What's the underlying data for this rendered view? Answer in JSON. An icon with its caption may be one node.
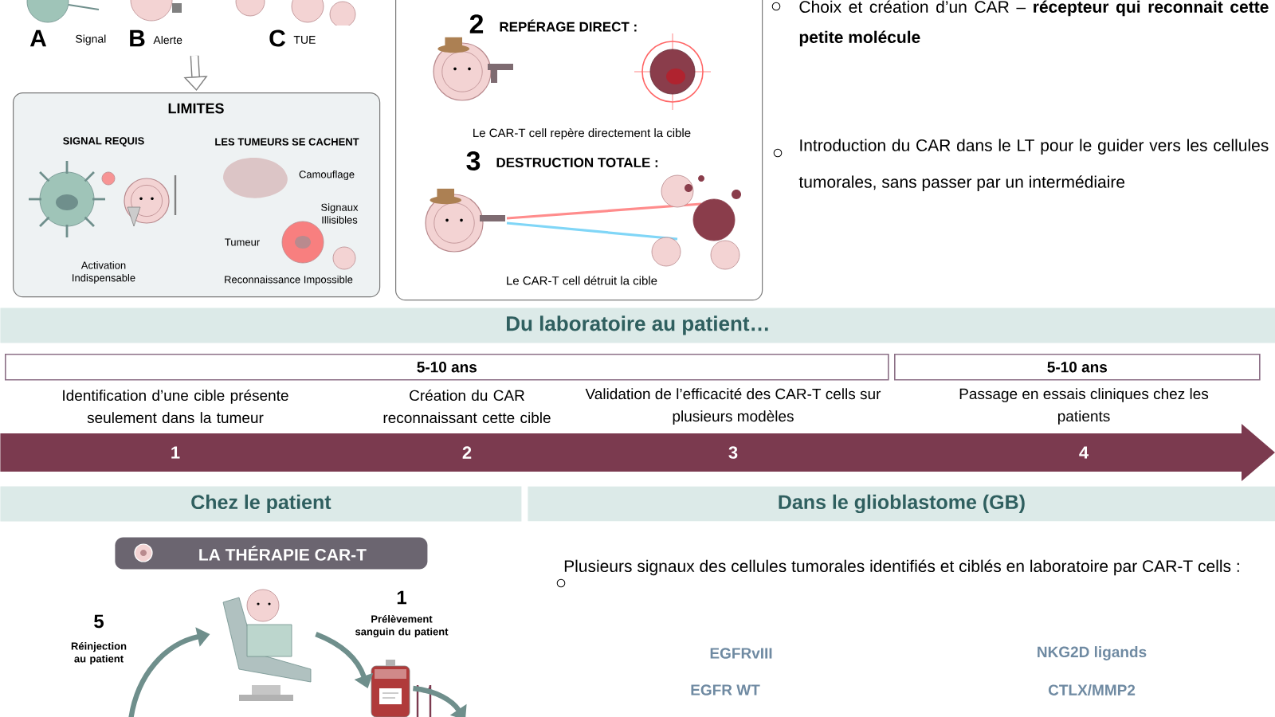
{
  "diagram": {
    "nodes": [
      {
        "text": [
          "LIMITES"
        ]
      },
      {
        "text": [
          "2",
          "REPÉRAGE DIRECT :",
          "Le CAR-T cell repère directement la cible",
          "3",
          "DESTRUCTION TOTALE :",
          "Le CAR-T cell détruit la cible"
        ]
      },
      {
        "text": [
          "Du laboratoire au patient…"
        ]
      },
      {
        "text": [
          "5-10 ans"
        ]
      },
      {
        "text": [
          "5-10 ans"
        ]
      },
      {
        "text": [
          "1",
          "2",
          "3",
          "4"
        ]
      },
      {
        "text": [
          "Chez le patient"
        ]
      },
      {
        "text": [
          "Dans le glioblastome (GB)"
        ]
      },
      {
        "text": [
          "LA THÉRAPIE CAR-T"
        ]
      },
      {
        "text": [],
        "shape": "picture"
      },
      {
        "text": [],
        "shape": "picture"
      }
    ],
    "edges": [
      {
        "from": null,
        "to": 0,
        "arrow": "to"
      },
      {
        "from": null,
        "to": 9,
        "arrow": "to"
      },
      {
        "from": 9,
        "to": 10,
        "arrow": "to"
      },
      {
        "from": 10,
        "to": null,
        "arrow": "to"
      }
    ],
    "labels": [
      "A",
      "Signal",
      "B",
      "Alerte",
      "C",
      "TUE",
      "SIGNAL REQUIS",
      "LES TUMEURS SE CACHENT",
      "Camouflage",
      "Signaux Illisibles",
      "Tumeur",
      "Activation Indispensable",
      "Reconnaissance Impossible",
      "Choix et création d’un CAR – **récepteur qui reconnait cette petite molécule**",
      "Introduction du CAR dans le LT pour le guider vers les cellules tumorales, sans passer par un intermédiaire",
      "Identification d’une cible présente seulement dans la tumeur",
      "Création du CAR reconnaissant cette cible",
      "Validation de l’efficacité des CAR-T cells sur plusieurs modèles",
      "Passage en essais cliniques chez les patients",
      "5",
      "Réinjection au patient",
      "1",
      "Prélèvement sanguin du patient",
      "Plusieurs signaux des cellules tumorales identifiés et ciblés en laboratoire par CAR-T cells  :",
      "EGFRvIII",
      "NKG2D ligands",
      "EGFR WT",
      "CTLX/MMP2"
    ]
  }
}
